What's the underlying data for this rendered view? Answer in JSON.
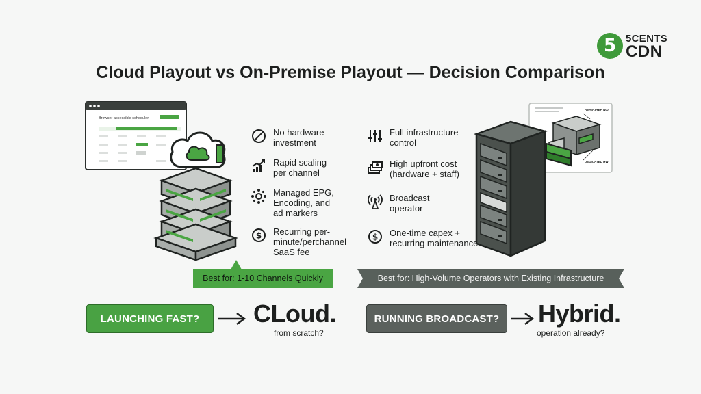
{
  "logo": {
    "mark": "5",
    "top": "5CENTS",
    "bottom": "CDN"
  },
  "title": "Cloud Playout vs On-Premise Playout — Decision Comparison",
  "cloud": {
    "scheduler_title": "Browser-accessible scheduler",
    "features": [
      {
        "icon": "no-hardware-icon",
        "text": "No hardware\ninvestment"
      },
      {
        "icon": "scaling-chart-icon",
        "text": "Rapid scaling\nper channel"
      },
      {
        "icon": "managed-services-icon",
        "text": "Managed EPG,\nEncoding, and\nad markers"
      },
      {
        "icon": "dollar-icon",
        "text": "Recurring per-\nminute/perchannel\nSaaS fee"
      }
    ],
    "best_for": "Best for: 1-10 Channels Quickly"
  },
  "onprem": {
    "hw_label_1": "DEDICATED HW",
    "hw_label_2": "DEDICATED HW",
    "features": [
      {
        "icon": "control-sliders-icon",
        "text": "Full infrastructure\ncontrol"
      },
      {
        "icon": "cash-stack-icon",
        "text": "High upfront cost\n(hardware + staff)"
      },
      {
        "icon": "broadcast-tower-icon",
        "text": "Broadcast\noperator"
      },
      {
        "icon": "dollar-icon",
        "text": "One-time capex +\nrecurring maintenance"
      }
    ],
    "best_for": "Best for: High-Volume Operators with Existing Infrastructure"
  },
  "decision": {
    "left_question": "LAUNCHING FAST?",
    "left_answer": "CLoud.",
    "left_sub": "from scratch?",
    "right_question": "RUNNING BROADCAST?",
    "right_answer": "Hybrid.",
    "right_sub": "operation already?"
  },
  "colors": {
    "accent": "#49a243",
    "dark": "#5b615d",
    "text": "#1d1f1e"
  }
}
